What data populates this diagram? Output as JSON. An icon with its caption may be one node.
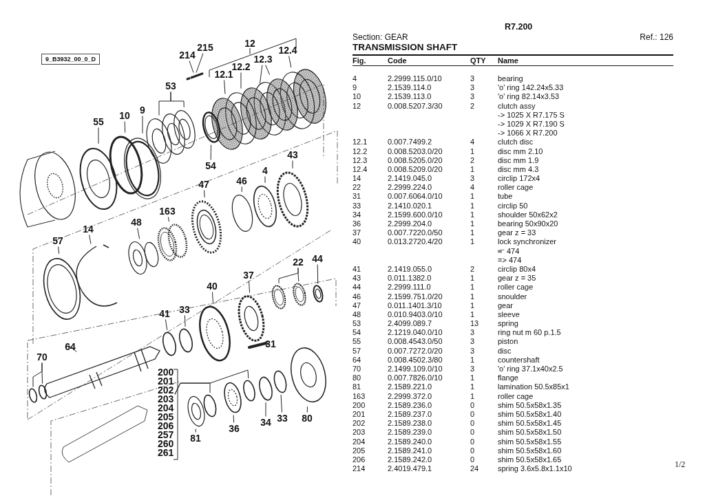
{
  "diagram": {
    "title": "TRANSMISSION SHAFT",
    "nodes": [
      {
        "text": [
          "9_B3932_00_0_D"
        ]
      },
      {
        "text": [
          "214"
        ]
      },
      {
        "text": [
          "215"
        ]
      },
      {
        "text": [
          "12"
        ]
      },
      {
        "text": [
          "12.4"
        ]
      },
      {
        "text": [
          "12.3"
        ]
      },
      {
        "text": [
          "12.2"
        ]
      },
      {
        "text": [
          "12.1"
        ]
      },
      {
        "text": [
          "53"
        ]
      },
      {
        "text": [
          "9"
        ]
      },
      {
        "text": [
          "10"
        ]
      },
      {
        "text": [
          "55"
        ]
      },
      {
        "text": [
          "54"
        ]
      },
      {
        "text": [
          "43"
        ]
      },
      {
        "text": [
          "4"
        ]
      },
      {
        "text": [
          "46"
        ]
      },
      {
        "text": [
          "47"
        ]
      },
      {
        "text": [
          "163"
        ]
      },
      {
        "text": [
          "48"
        ]
      },
      {
        "text": [
          "14"
        ]
      },
      {
        "text": [
          "57"
        ]
      },
      {
        "text": [
          "22"
        ]
      },
      {
        "text": [
          "44"
        ]
      },
      {
        "text": [
          "37"
        ]
      },
      {
        "text": [
          "40"
        ]
      },
      {
        "text": [
          "41"
        ]
      },
      {
        "text": [
          "33"
        ]
      },
      {
        "text": [
          "31"
        ]
      },
      {
        "text": [
          "64"
        ]
      },
      {
        "text": [
          "70"
        ]
      },
      {
        "text": [
          "200",
          "201",
          "202",
          "203",
          "204",
          "205",
          "206",
          "257",
          "260",
          "261"
        ]
      },
      {
        "text": [
          "81"
        ]
      },
      {
        "text": [
          "36"
        ]
      },
      {
        "text": [
          "34"
        ]
      },
      {
        "text": [
          "33"
        ]
      },
      {
        "text": [
          "80"
        ]
      },
      {
        "text": [],
        "shape": "picture"
      },
      {
        "text": [],
        "shape": "picture"
      },
      {
        "text": [],
        "shape": "picture"
      },
      {
        "text": [],
        "shape": "picture"
      },
      {
        "text": [],
        "shape": "picture"
      },
      {
        "text": [],
        "shape": "picture"
      },
      {
        "text": [],
        "shape": "picture"
      },
      {
        "text": [],
        "shape": "picture"
      },
      {
        "text": [],
        "shape": "picture"
      },
      {
        "text": [],
        "shape": "circle"
      },
      {
        "text": [],
        "shape": "picture"
      },
      {
        "text": [],
        "shape": "picture"
      },
      {
        "text": [],
        "shape": "picture"
      },
      {
        "text": [],
        "shape": "picture"
      },
      {
        "text": [],
        "shape": "circle"
      },
      {
        "text": [],
        "shape": "picture"
      },
      {
        "text": [],
        "shape": "picture"
      },
      {
        "text": [],
        "shape": "picture"
      },
      {
        "text": [],
        "shape": "picture"
      },
      {
        "text": [],
        "shape": "picture"
      },
      {
        "text": [],
        "shape": "picture"
      },
      {
        "text": [],
        "shape": "picture"
      },
      {
        "text": [],
        "shape": "picture"
      },
      {
        "text": [],
        "shape": "picture"
      },
      {
        "text": [],
        "shape": "picture"
      },
      {
        "text": [],
        "shape": "circle"
      },
      {
        "text": [],
        "shape": "circle"
      },
      {
        "text": [],
        "shape": "picture"
      },
      {
        "text": [],
        "shape": "picture"
      },
      {
        "text": [],
        "shape": "circle"
      },
      {
        "text": [],
        "shape": "circle"
      },
      {
        "text": [],
        "shape": "circle"
      },
      {
        "text": [],
        "shape": "circle"
      },
      {
        "text": [],
        "shape": "picture"
      },
      {
        "text": [],
        "shape": "picture"
      },
      {
        "text": [],
        "shape": "circle"
      },
      {
        "text": [],
        "shape": "circle"
      },
      {
        "text": [],
        "shape": "picture"
      }
    ],
    "edges": [
      {
        "from": 1,
        "to": 36,
        "arrow": "none"
      },
      {
        "from": 2,
        "to": 36,
        "arrow": "none"
      },
      {
        "from": 4,
        "to": 37,
        "arrow": "none"
      },
      {
        "from": 5,
        "to": 38,
        "arrow": "none"
      },
      {
        "from": 5,
        "to": 39,
        "arrow": "none"
      },
      {
        "from": 6,
        "to": 40,
        "arrow": "none"
      },
      {
        "from": 7,
        "to": 41,
        "arrow": "none"
      },
      {
        "from": 8,
        "to": 42,
        "arrow": "none"
      },
      {
        "from": 8,
        "to": 43,
        "arrow": "none"
      },
      {
        "from": 9,
        "to": 44,
        "arrow": "none"
      },
      {
        "from": 10,
        "to": 45,
        "arrow": "none"
      },
      {
        "from": 11,
        "to": 46,
        "arrow": "none"
      },
      {
        "from": 12,
        "to": 47,
        "arrow": "none"
      },
      {
        "from": 13,
        "to": 48,
        "arrow": "none"
      },
      {
        "from": 14,
        "to": 49,
        "arrow": "none"
      },
      {
        "from": 15,
        "to": 50,
        "arrow": "none"
      },
      {
        "from": 16,
        "to": 51,
        "arrow": "none"
      },
      {
        "from": 17,
        "to": 52,
        "arrow": "none"
      },
      {
        "from": 18,
        "to": 53,
        "arrow": "none"
      },
      {
        "from": 19,
        "to": 54,
        "arrow": "none"
      },
      {
        "from": 20,
        "to": 55,
        "arrow": "none"
      },
      {
        "from": 21,
        "to": 56,
        "arrow": "none"
      },
      {
        "from": 21,
        "to": 57,
        "arrow": "none"
      },
      {
        "from": 22,
        "to": 58,
        "arrow": "none"
      },
      {
        "from": 23,
        "to": 59,
        "arrow": "none"
      },
      {
        "from": 24,
        "to": 60,
        "arrow": "none"
      },
      {
        "from": 25,
        "to": 61,
        "arrow": "none"
      },
      {
        "from": 26,
        "to": 62,
        "arrow": "none"
      },
      {
        "from": 27,
        "to": 63,
        "arrow": "none"
      },
      {
        "from": 28,
        "to": 64,
        "arrow": "none"
      },
      {
        "from": 29,
        "to": 65,
        "arrow": "none"
      },
      {
        "from": 29,
        "to": 66,
        "arrow": "none"
      },
      {
        "from": 30,
        "to": 67,
        "arrow": "none"
      },
      {
        "from": 30,
        "to": 68,
        "arrow": "none"
      },
      {
        "from": 31,
        "to": 69,
        "arrow": "none"
      },
      {
        "from": 32,
        "to": 70,
        "arrow": "none"
      },
      {
        "from": 33,
        "to": 71,
        "arrow": "none"
      },
      {
        "from": 34,
        "to": 72,
        "arrow": "none"
      },
      {
        "from": 35,
        "to": 73,
        "arrow": "none"
      }
    ],
    "labels": [
      "R7.200",
      "Section: GEAR",
      "Ref.: 126",
      "Fig.",
      "Code",
      "QTY",
      "Name",
      "4",
      "2.2999.115.0/10",
      "3",
      "bearing",
      "9",
      "2.1539.114.0",
      "3",
      "'o' ring 142.24x5.33",
      "10",
      "2.1539.113.0",
      "3",
      "'o' ring 82.14x3.53",
      "12",
      "0.008.5207.3/30",
      "2",
      "clutch assy",
      "-> 1025 X R7.175 S",
      "-> 1029 X R7.190 S",
      "-> 1066 X R7.200",
      "12.1",
      "0.007.7499.2",
      "4",
      "clutch disc",
      "12.2",
      "0.008.5203.0/20",
      "1",
      "disc mm 2.10",
      "12.3",
      "0.008.5205.0/20",
      "2",
      "disc mm 1.9",
      "12.4",
      "0.008.5209.0/20",
      "1",
      "disc mm 4.3",
      "14",
      "2.1419.045.0",
      "3",
      "circlip 172x4",
      "22",
      "2.2999.224.0",
      "4",
      "roller cage",
      "31",
      "0.007.6064.0/10",
      "1",
      "tube",
      "33",
      "2.1410.020.1",
      "1",
      "circlip 50",
      "34",
      "2.1599.600.0/10",
      "1",
      "shoulder 50x62x2",
      "36",
      "2.2999.204.0",
      "1",
      "bearing 50x90x20",
      "37",
      "0.007.7220.0/50",
      "1",
      "gear z = 33",
      "40",
      "0.013.2720.4/20",
      "1",
      "lock synchronizer",
      "474",
      "=> 474",
      "41",
      "2.1419.055.0",
      "2",
      "circlip 80x4",
      "43",
      "0.011.1382.0",
      "1",
      "gear z = 35",
      "44",
      "2.2999.111.0",
      "1",
      "roller cage",
      "46",
      "2.1599.751.0/20",
      "1",
      "snoulder",
      "47",
      "0.011.1401.3/10",
      "1",
      "gear",
      "48",
      "0.010.9403.0/10",
      "1",
      "sleeve",
      "53",
      "2.4099.089.7",
      "13",
      "spring",
      "54",
      "2.1219.040.0/10",
      "3",
      "ring nut m 60 p.1.5",
      "55",
      "0.008.4543.0/50",
      "3",
      "piston",
      "57",
      "0.007.7272.0/20",
      "3",
      "disc",
      "64",
      "0.008.4502.3/80",
      "1",
      "countershaft",
      "70",
      "2.1499.109.0/10",
      "3",
      "'o' ring 37.1x40x2.5",
      "80",
      "0.007.7826.0/10",
      "1",
      "flange",
      "81",
      "2.1589.221.0",
      "1",
      "lamination 50.5x85x1",
      "163",
      "2.2999.372.0",
      "1",
      "roller cage",
      "200",
      "2.1589.236.0",
      "0",
      "shim 50.5x58x1.35",
      "201",
      "2.1589.237.0",
      "0",
      "shim 50.5x58x1.40",
      "202",
      "2.1589.238.0",
      "0",
      "shim 50.5x58x1.45",
      "203",
      "2.1589.239.0",
      "0",
      "shim 50.5x58x1.50",
      "204",
      "2.1589.240.0",
      "0",
      "shim 50.5x58x1.55",
      "205",
      "2.1589.241.0",
      "0",
      "shim 50.5x58x1.60",
      "206",
      "2.1589.242.0",
      "0",
      "shim 50.5x58x1.65",
      "214",
      "2.4019.479.1",
      "24",
      "spring 3.6x5.8x1.1x10",
      "1/2"
    ]
  }
}
